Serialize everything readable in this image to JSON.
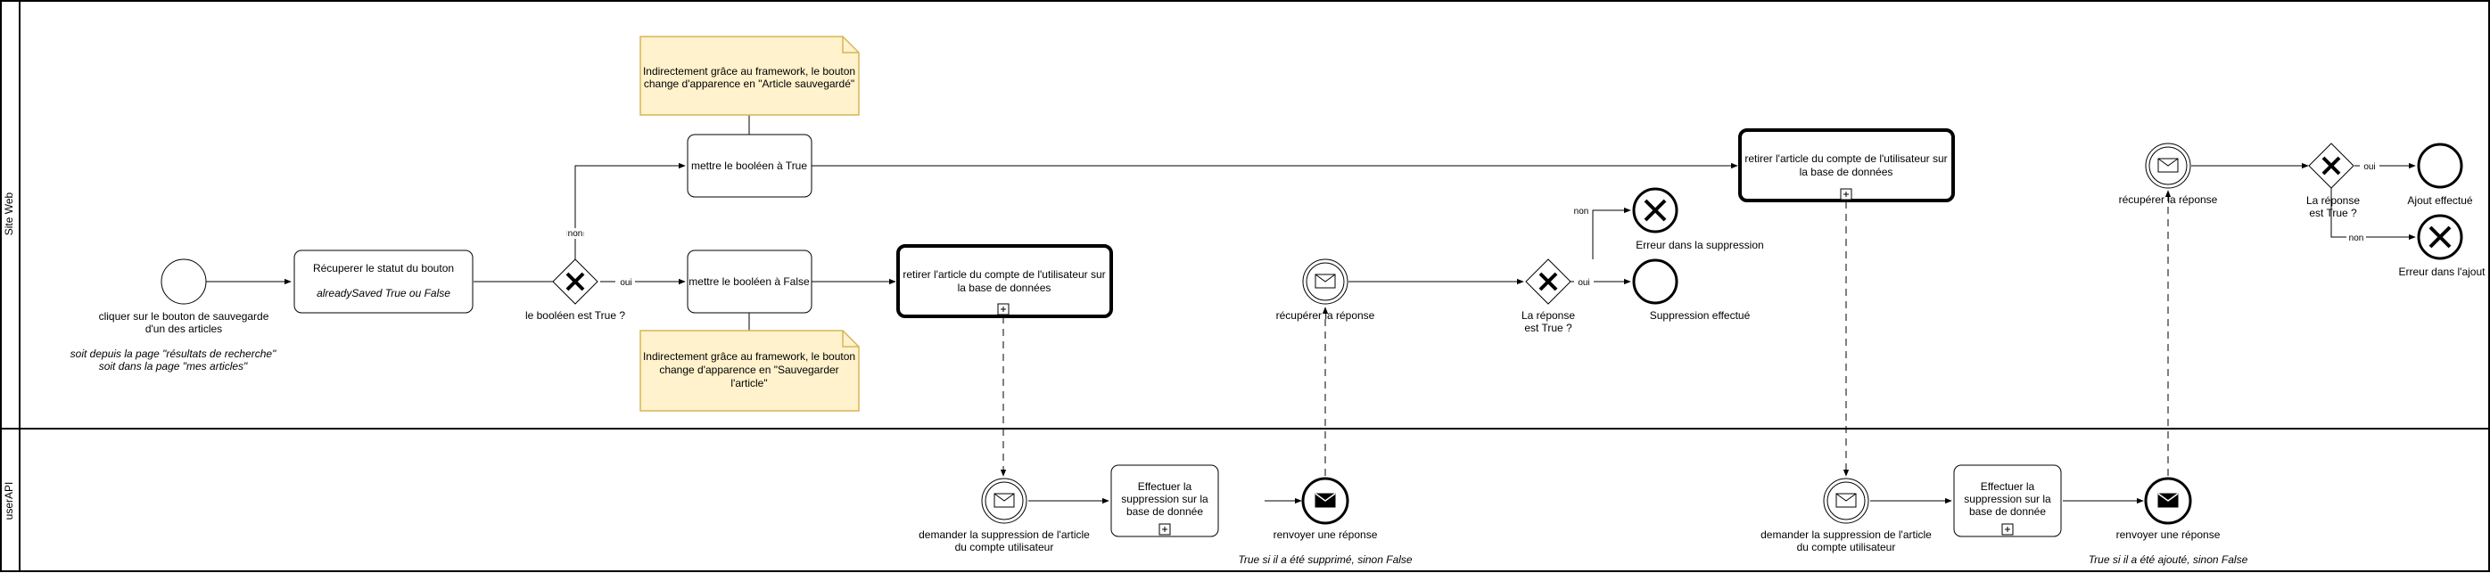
{
  "lanes": {
    "web": "Site Web",
    "api": "userAPI"
  },
  "start": {
    "label1": "cliquer sur le bouton de sauvegarde",
    "label2": "d'un des articles",
    "note1": "soit depuis la page \"résultats de recherche\"",
    "note2": "soit dans la page \"mes articles\""
  },
  "task_status": {
    "title": "Récuperer le statut du bouton",
    "detail": "alreadySaved True ou False"
  },
  "gateway_bool": {
    "label": "le booléen est True ?",
    "yes": "oui",
    "no": "non"
  },
  "task_true": {
    "label": "mettre le booléen à True"
  },
  "task_false": {
    "label": "mettre le booléen à False"
  },
  "note_saved": {
    "line1": "Indirectement grâce au framework, le bouton",
    "line2": "change d'apparence en \"Article sauvegardé\""
  },
  "note_save": {
    "line1": "Indirectement grâce au framework, le bouton",
    "line2": "change d'apparence en \"Sauvegarder",
    "line3": "l'article\""
  },
  "sub_remove_1": {
    "line1": "retirer l'article du compte de l'utilisateur sur",
    "line2": "la base de données"
  },
  "sub_remove_2": {
    "line1": "retirer l'article du compte de l'utilisateur sur",
    "line2": "la base de données"
  },
  "catch_reply_1": {
    "label": "récupérer la réponse"
  },
  "catch_reply_2": {
    "label": "récupérer la réponse"
  },
  "gateway_reply_1": {
    "line1": "La réponse",
    "line2": "est True ?",
    "yes": "oui",
    "no": "non"
  },
  "gateway_reply_2": {
    "line1": "La réponse",
    "line2": "est True ?",
    "yes": "oui",
    "no": "non"
  },
  "end_error_1": {
    "label": "Erreur dans la suppression"
  },
  "end_ok_1": {
    "label": "Suppression effectué"
  },
  "end_ok_2": {
    "label": "Ajout effectué"
  },
  "end_error_2": {
    "label": "Erreur dans l'ajout"
  },
  "api_1": {
    "request1": "demander la suppression de l'article",
    "request2": "du compte utilisateur",
    "task1": "Effectuer la",
    "task2": "suppression sur la",
    "task3": "base de donnée",
    "reply": "renvoyer une réponse",
    "reply_note": "True si il a été supprimé, sinon False"
  },
  "api_2": {
    "request1": "demander la suppression de l'article",
    "request2": "du compte utilisateur",
    "task1": "Effectuer la",
    "task2": "suppression sur la",
    "task3": "base de donnée",
    "reply": "renvoyer une réponse",
    "reply_note": "True si il a été ajouté, sinon False"
  },
  "colors": {
    "note_fill": "#fff2cc",
    "note_stroke": "#d6b656",
    "line": "#000000"
  }
}
